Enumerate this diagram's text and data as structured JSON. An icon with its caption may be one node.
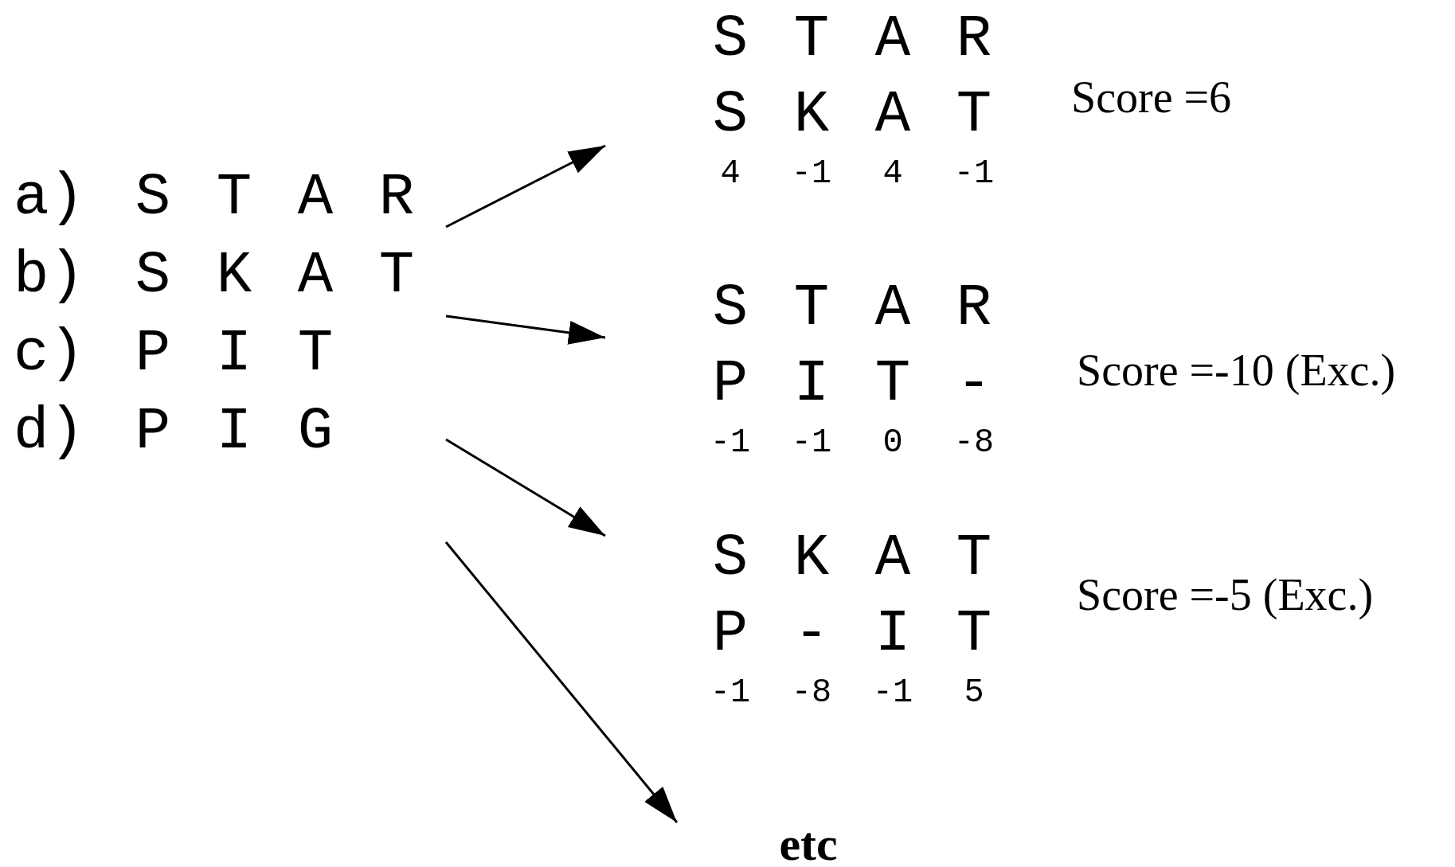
{
  "diagram": {
    "nodes": [
      {
        "text": [
          "a)",
          "S T A R",
          "b)",
          "S K A T",
          "c)",
          "P I T",
          "d)",
          "P I G"
        ]
      },
      {
        "text": [
          "S T A R",
          "S K A T",
          "4 -1 4 -1"
        ],
        "beside": [
          "Score =6"
        ]
      },
      {
        "text": [
          "S T A R",
          "P I T -",
          "-1 -1 0 -8"
        ],
        "beside": [
          "Score =-10 (Exc.)"
        ]
      },
      {
        "text": [
          "S K A T",
          "P - I T",
          "-1 -8 -1 5"
        ],
        "beside": [
          "Score =-5 (Exc.)"
        ]
      },
      {
        "text": [
          "etc"
        ]
      }
    ],
    "edges": [
      {
        "from": 0,
        "to": 1,
        "arrow": "to"
      },
      {
        "from": 0,
        "to": 2,
        "arrow": "to"
      },
      {
        "from": 0,
        "to": 3,
        "arrow": "to"
      },
      {
        "from": 0,
        "to": 4,
        "arrow": "to"
      }
    ]
  }
}
